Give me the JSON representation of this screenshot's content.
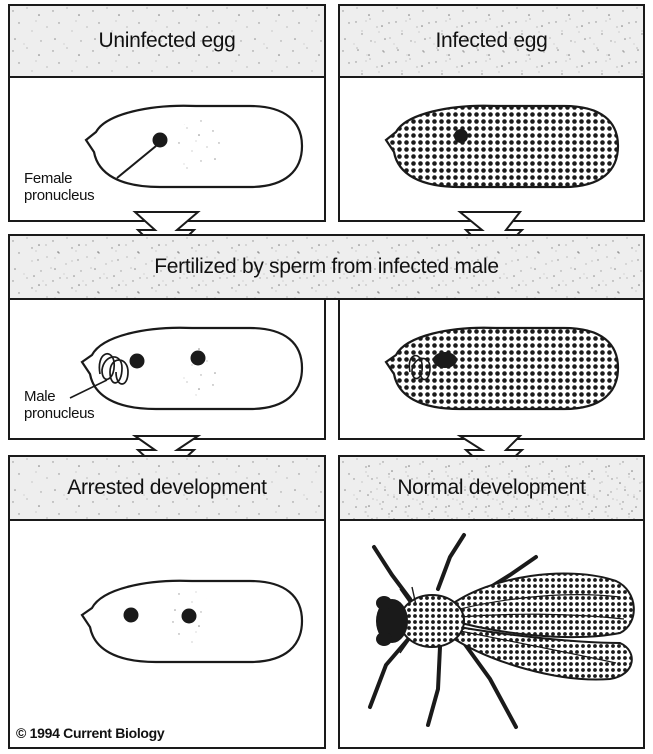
{
  "panels": {
    "uninfected_title": "Uninfected egg",
    "infected_title": "Infected egg",
    "fertilized_banner": "Fertilized by sperm from infected male",
    "arrested_title": "Arrested development",
    "normal_title": "Normal development"
  },
  "labels": {
    "female_pronucleus": "Female\npronucleus",
    "male_pronucleus": "Male\npronucleus"
  },
  "credit": "© 1994 Current Biology",
  "icons": [
    "egg-icon",
    "pronucleus-dot-icon",
    "sperm-coil-icon",
    "down-arrow-icon",
    "fly-icon"
  ],
  "colors": {
    "line": "#1a1a1a",
    "header_fill": "#eeeeee",
    "speckle": "#9a9a9a"
  }
}
